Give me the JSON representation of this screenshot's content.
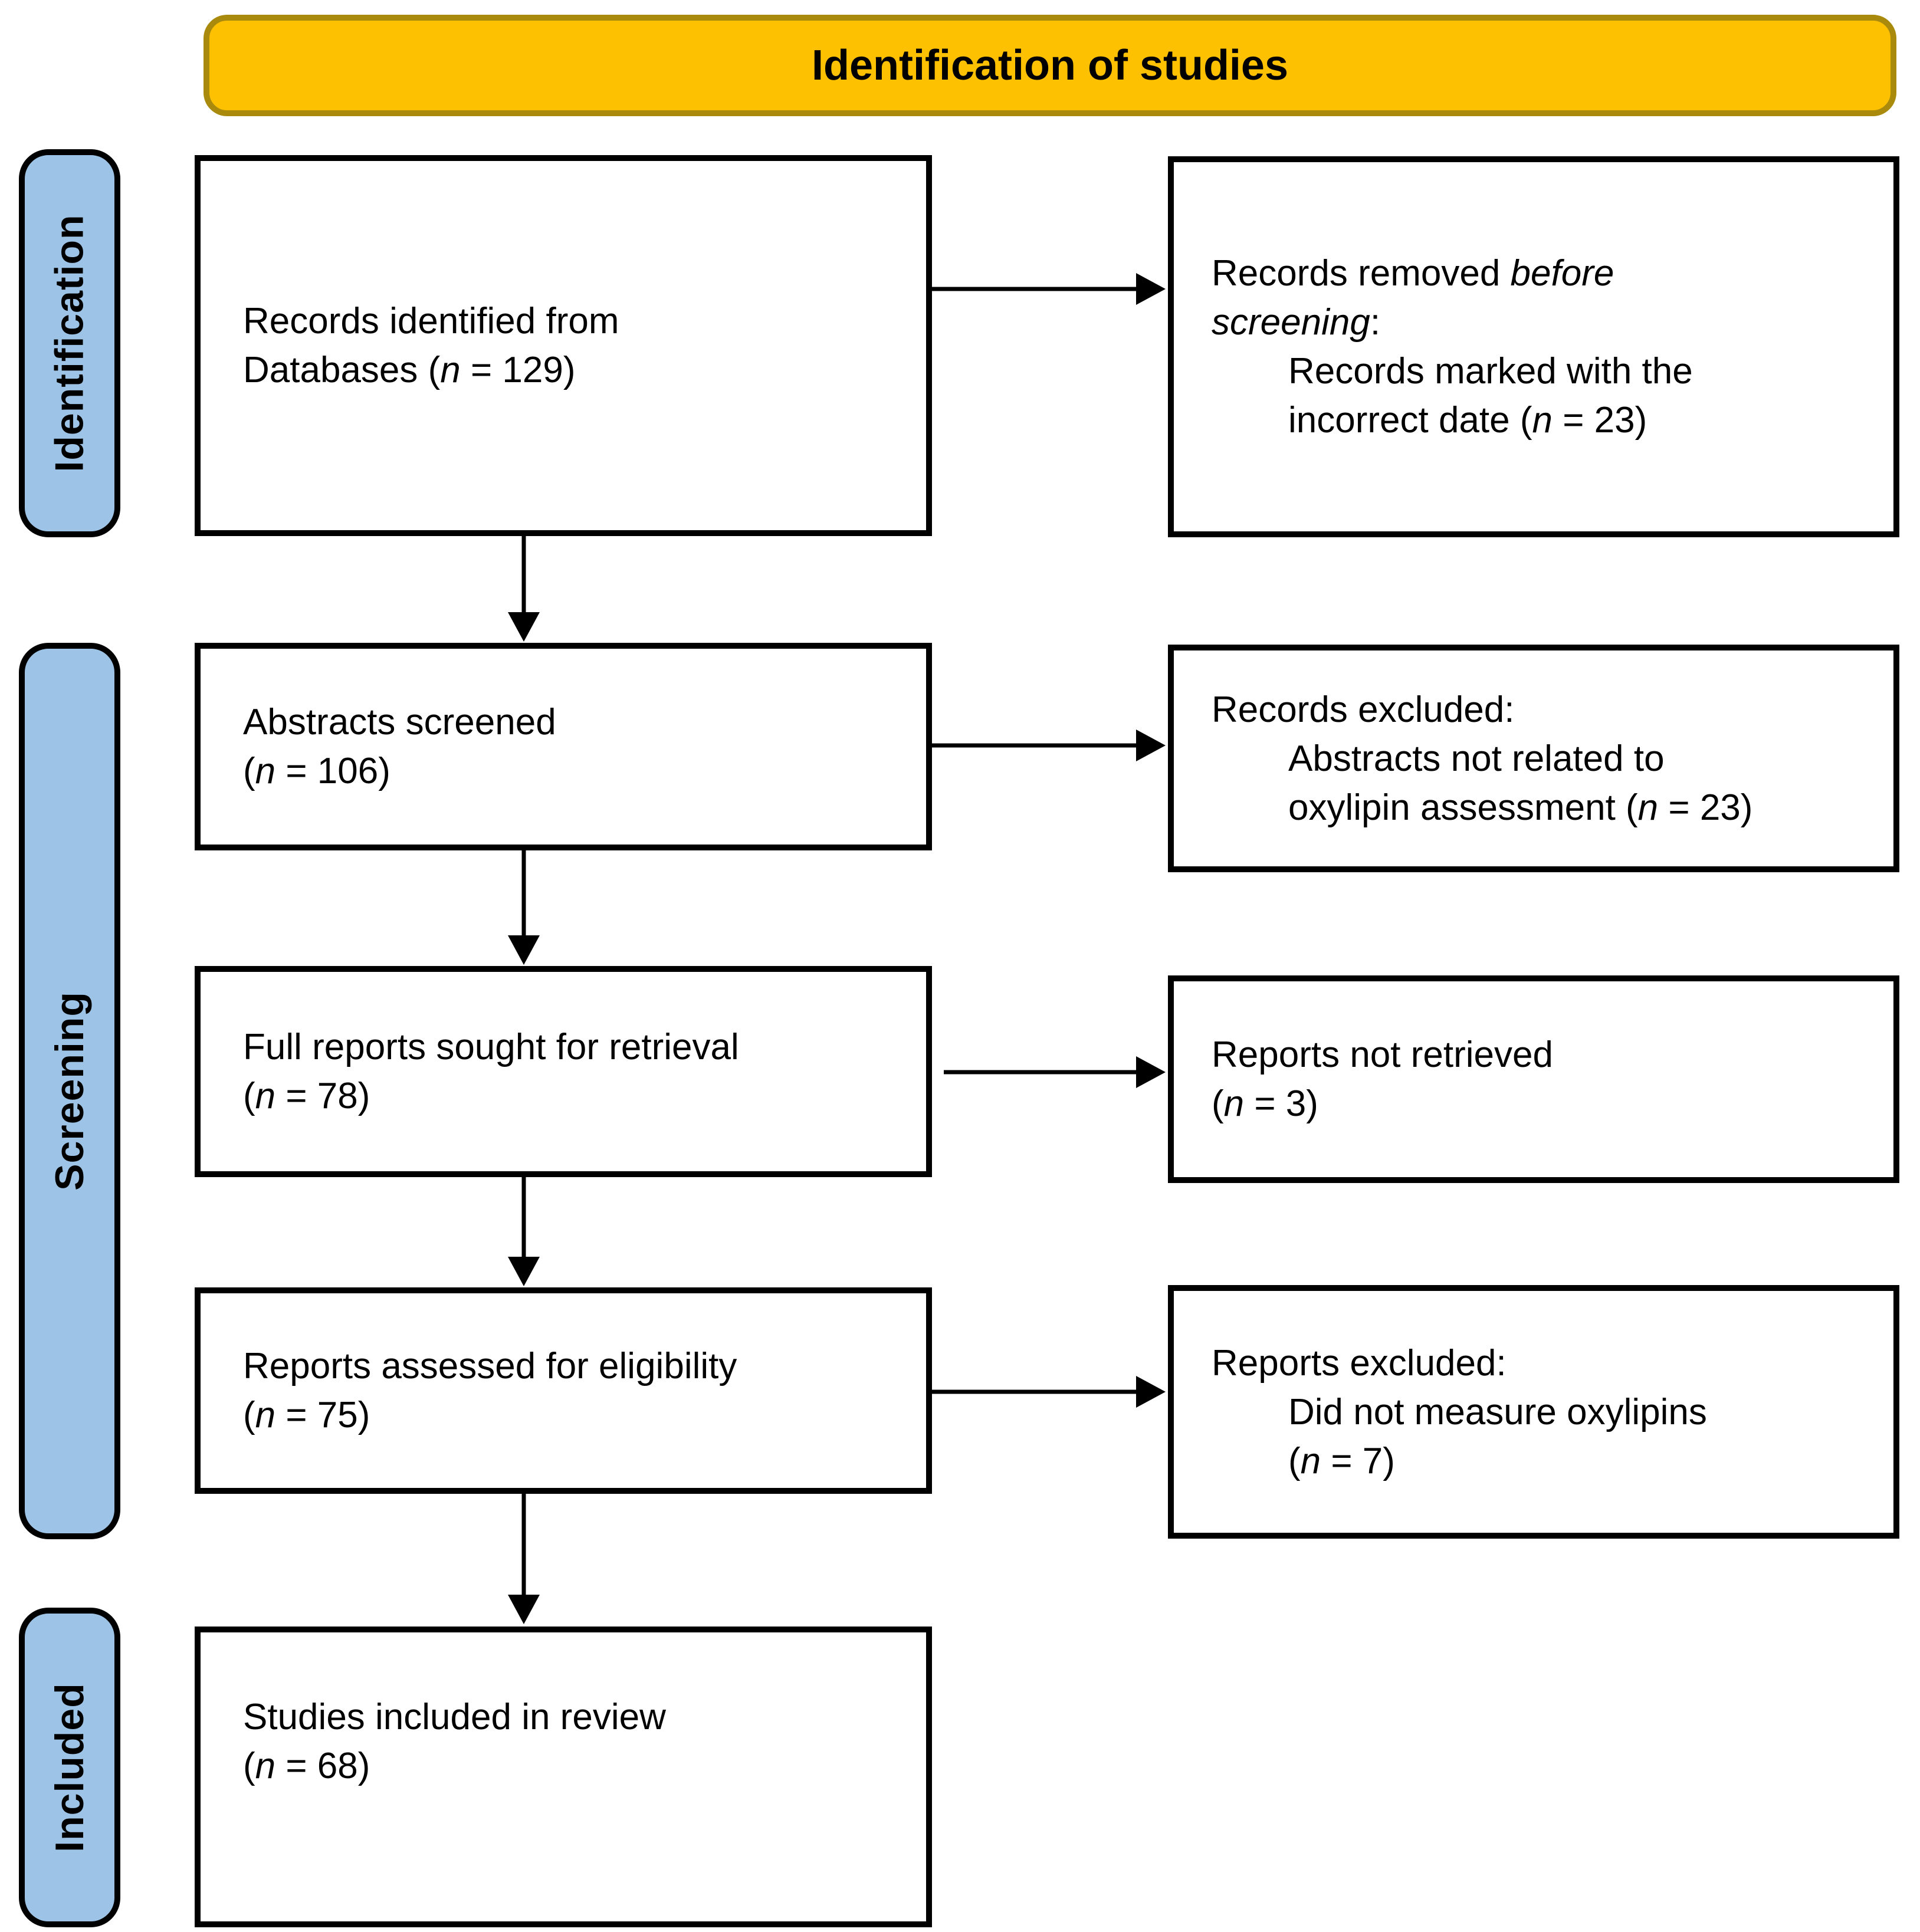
{
  "colors": {
    "banner_fill": "#FDC101",
    "banner_border": "#A98A0D",
    "stage_fill": "#9DC3E6",
    "stage_border": "#000000",
    "box_fill": "#FFFFFF",
    "box_border": "#000000",
    "arrow": "#000000",
    "text": "#000000"
  },
  "diagram": {
    "banner": "Identification of studies",
    "stages": [
      {
        "label": "Identification"
      },
      {
        "label": "Screening"
      },
      {
        "label": "Included"
      }
    ],
    "boxes": {
      "records_identified": {
        "lines": [
          {
            "seg": [
              {
                "t": "Records identified from"
              }
            ]
          },
          {
            "seg": [
              {
                "t": "Databases ("
              },
              {
                "t": "n",
                "i": true
              },
              {
                "t": " = 129)"
              }
            ]
          }
        ]
      },
      "records_removed": {
        "lines": [
          {
            "seg": [
              {
                "t": "Records removed "
              },
              {
                "t": "before",
                "i": true
              }
            ]
          },
          {
            "seg": [
              {
                "t": "screening",
                "i": true
              },
              {
                "t": ":"
              }
            ]
          },
          {
            "ind": true,
            "seg": [
              {
                "t": "Records marked with the"
              }
            ]
          },
          {
            "ind": true,
            "seg": [
              {
                "t": "incorrect date ("
              },
              {
                "t": "n",
                "i": true
              },
              {
                "t": " = 23)"
              }
            ]
          }
        ]
      },
      "abstracts_screened": {
        "lines": [
          {
            "seg": [
              {
                "t": "Abstracts screened"
              }
            ]
          },
          {
            "seg": [
              {
                "t": "("
              },
              {
                "t": "n",
                "i": true
              },
              {
                "t": " = 106)"
              }
            ]
          }
        ]
      },
      "records_excluded": {
        "lines": [
          {
            "seg": [
              {
                "t": "Records excluded:"
              }
            ]
          },
          {
            "ind": true,
            "seg": [
              {
                "t": "Abstracts not related to"
              }
            ]
          },
          {
            "ind": true,
            "seg": [
              {
                "t": "oxylipin assessment ("
              },
              {
                "t": "n",
                "i": true
              },
              {
                "t": " = 23)"
              }
            ]
          }
        ]
      },
      "full_reports_sought": {
        "lines": [
          {
            "seg": [
              {
                "t": "Full reports sought for retrieval"
              }
            ]
          },
          {
            "seg": [
              {
                "t": "("
              },
              {
                "t": "n",
                "i": true
              },
              {
                "t": " = 78)"
              }
            ]
          }
        ]
      },
      "reports_not_retrieved": {
        "lines": [
          {
            "seg": [
              {
                "t": "Reports not retrieved"
              }
            ]
          },
          {
            "seg": [
              {
                "t": "("
              },
              {
                "t": "n",
                "i": true
              },
              {
                "t": " = 3)"
              }
            ]
          }
        ]
      },
      "reports_assessed": {
        "lines": [
          {
            "seg": [
              {
                "t": "Reports assessed for eligibility"
              }
            ]
          },
          {
            "seg": [
              {
                "t": "("
              },
              {
                "t": "n",
                "i": true
              },
              {
                "t": " = 75)"
              }
            ]
          }
        ]
      },
      "reports_excluded": {
        "lines": [
          {
            "seg": [
              {
                "t": "Reports excluded:"
              }
            ]
          },
          {
            "ind": true,
            "seg": [
              {
                "t": "Did not measure oxylipins"
              }
            ]
          },
          {
            "ind": true,
            "seg": [
              {
                "t": "("
              },
              {
                "t": "n",
                "i": true
              },
              {
                "t": " = 7)"
              }
            ]
          }
        ]
      },
      "studies_included": {
        "lines": [
          {
            "seg": [
              {
                "t": "Studies included in review"
              }
            ]
          },
          {
            "seg": [
              {
                "t": "("
              },
              {
                "t": "n",
                "i": true
              },
              {
                "t": " = 68)"
              }
            ]
          }
        ]
      }
    }
  }
}
